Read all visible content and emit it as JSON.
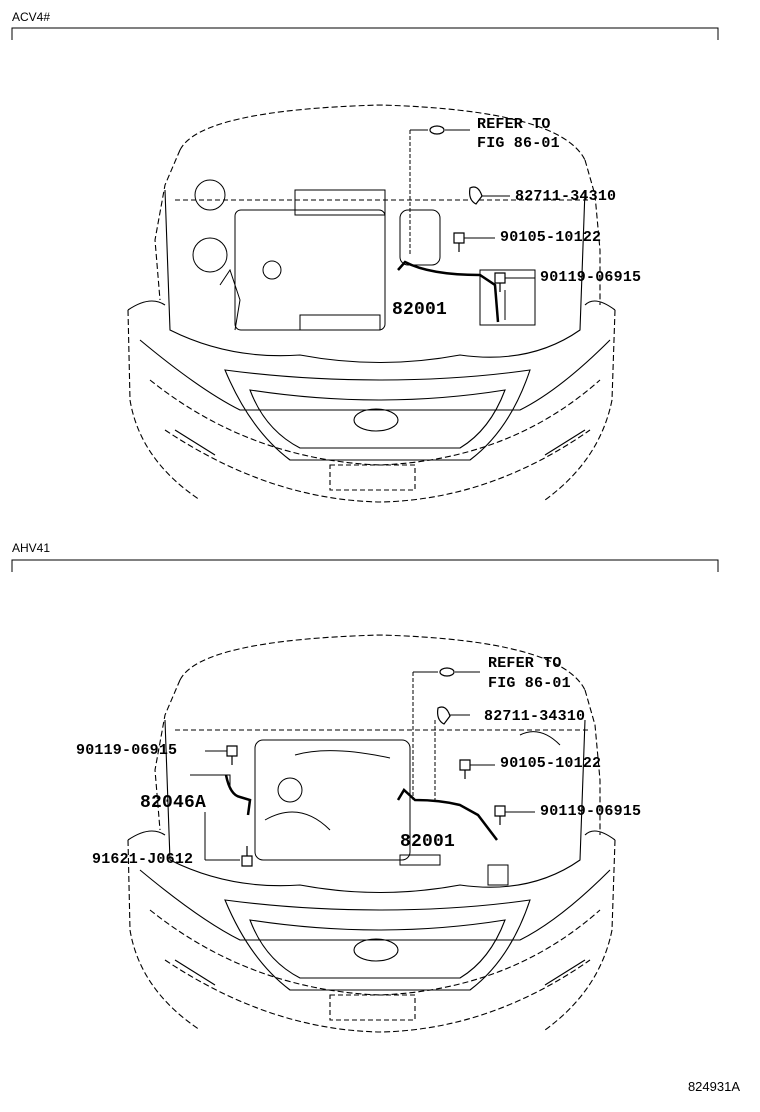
{
  "sections": [
    {
      "variant": "ACV4#",
      "callouts": {
        "refer_line1": "REFER TO",
        "refer_line2": "FIG 86-01",
        "clamp": "82711-34310",
        "bolt_a": "90105-10122",
        "bolt_b": "90119-06915",
        "harness": "82001"
      }
    },
    {
      "variant": "AHV41",
      "callouts": {
        "refer_line1": "REFER TO",
        "refer_line2": "FIG 86-01",
        "clamp": "82711-34310",
        "bolt_a": "90105-10122",
        "bolt_b": "90119-06915",
        "harness": "82001",
        "left_bolt": "90119-06915",
        "left_wire": "82046A",
        "left_screw": "91621-J0612"
      }
    }
  ],
  "figure_number": "824931A"
}
